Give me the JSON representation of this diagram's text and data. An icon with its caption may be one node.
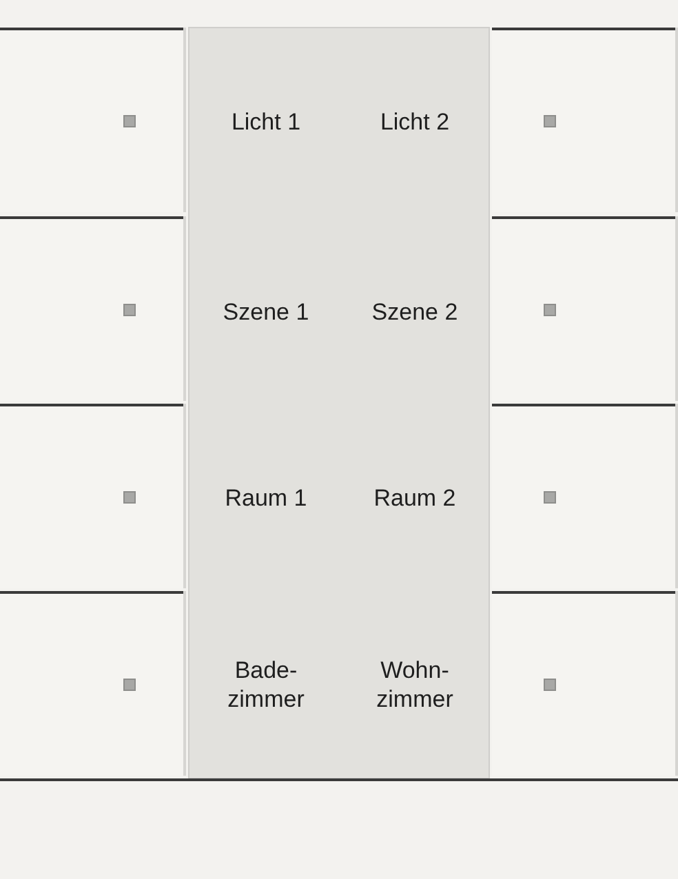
{
  "diagram": {
    "labels": [
      "Licht 1",
      "Licht 2",
      "Szene 1",
      "Szene 2",
      "Raum 1",
      "Raum 2",
      "Bade- zimmer",
      "Wohn- zimmer"
    ]
  }
}
